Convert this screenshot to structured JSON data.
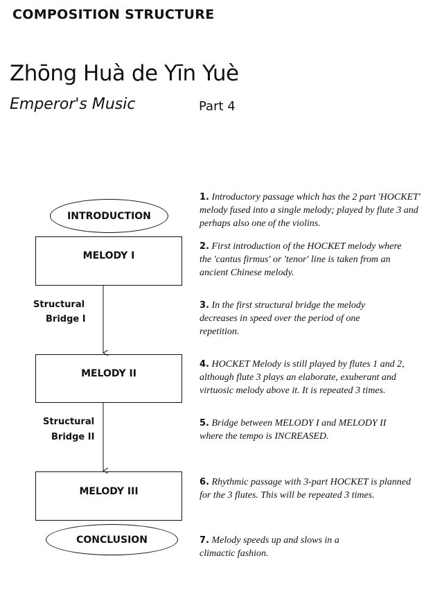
{
  "heading": "COMPOSITION STRUCTURE",
  "title": "Zhōng Huà de Yīn Yuè",
  "subtitle": "Emperor's Music",
  "part": "Part 4",
  "diagram": {
    "introduction": "INTRODUCTION",
    "melody1": "MELODY I",
    "bridge1": [
      "Structural",
      "Bridge I"
    ],
    "melody2": "MELODY II",
    "bridge2": [
      "Structural",
      "Bridge II"
    ],
    "melody3": "MELODY III",
    "conclusion": "CONCLUSION"
  },
  "notes": [
    {
      "num": "1.",
      "text": "Introductory passage which has the 2 part 'HOCKET' melody fused into a single melody; played by flute 3 and perhaps also one of the violins."
    },
    {
      "num": "2.",
      "text": "First introduction of the HOCKET melody where the 'cantus firmus' or 'tenor' line is taken from an ancient Chinese melody."
    },
    {
      "num": "3.",
      "text": "In the first structural bridge the melody decreases in speed over the period of one repetition."
    },
    {
      "num": "4.",
      "text": "HOCKET Melody is still played by flutes 1 and 2, although flute 3 plays an elaborate, exuberant and virtuosic melody above it.  It is repeated 3 times."
    },
    {
      "num": "5.",
      "text": "Bridge between MELODY I and MELODY II where the tempo is INCREASED."
    },
    {
      "num": "6.",
      "text": "Rhythmic passage with 3-part HOCKET is planned for the 3 flutes.  This will be repeated 3 times."
    },
    {
      "num": "7.",
      "text": "Melody speeds up and slows in a climactic fashion."
    }
  ]
}
